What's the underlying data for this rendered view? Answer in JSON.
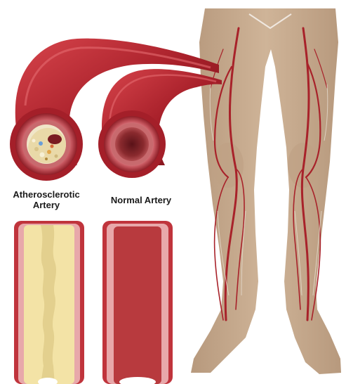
{
  "labels": {
    "atherosclerotic_line1": "Atherosclerotic",
    "atherosclerotic_line2": "Artery",
    "normal": "Normal Artery"
  },
  "colors": {
    "skin": "#c9ad90",
    "skin_shadow": "#b4967a",
    "artery": "#a8222a",
    "artery_dark": "#6e1016",
    "vessel_wall": "#c0343c",
    "vessel_wall_light": "#e8a8aa",
    "plaque": "#f3e3a6",
    "plaque_light": "#fbf1c8",
    "blood": "#b83a3e"
  },
  "icons": {
    "legs": "legs-artery-illustration-icon",
    "athero_cross_section": "atherosclerotic-cross-section-icon",
    "normal_cross_section": "normal-cross-section-icon",
    "athero_longitudinal": "atherosclerotic-longitudinal-icon",
    "normal_longitudinal": "normal-longitudinal-icon"
  }
}
